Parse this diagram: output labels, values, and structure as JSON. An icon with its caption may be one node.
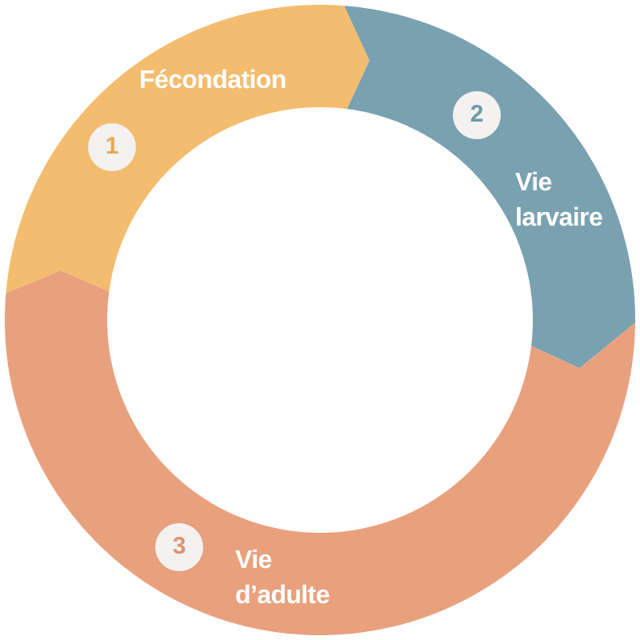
{
  "diagram": {
    "nodes": [
      {
        "text": [
          "Fécondation"
        ]
      },
      {
        "text": [
          "1"
        ],
        "in": 0
      },
      {
        "text": [
          "Vie larvaire"
        ]
      },
      {
        "text": [
          "2"
        ],
        "in": 2
      },
      {
        "text": [
          "Vie d’adulte"
        ]
      },
      {
        "text": [
          "3"
        ],
        "in": 4
      }
    ]
  }
}
